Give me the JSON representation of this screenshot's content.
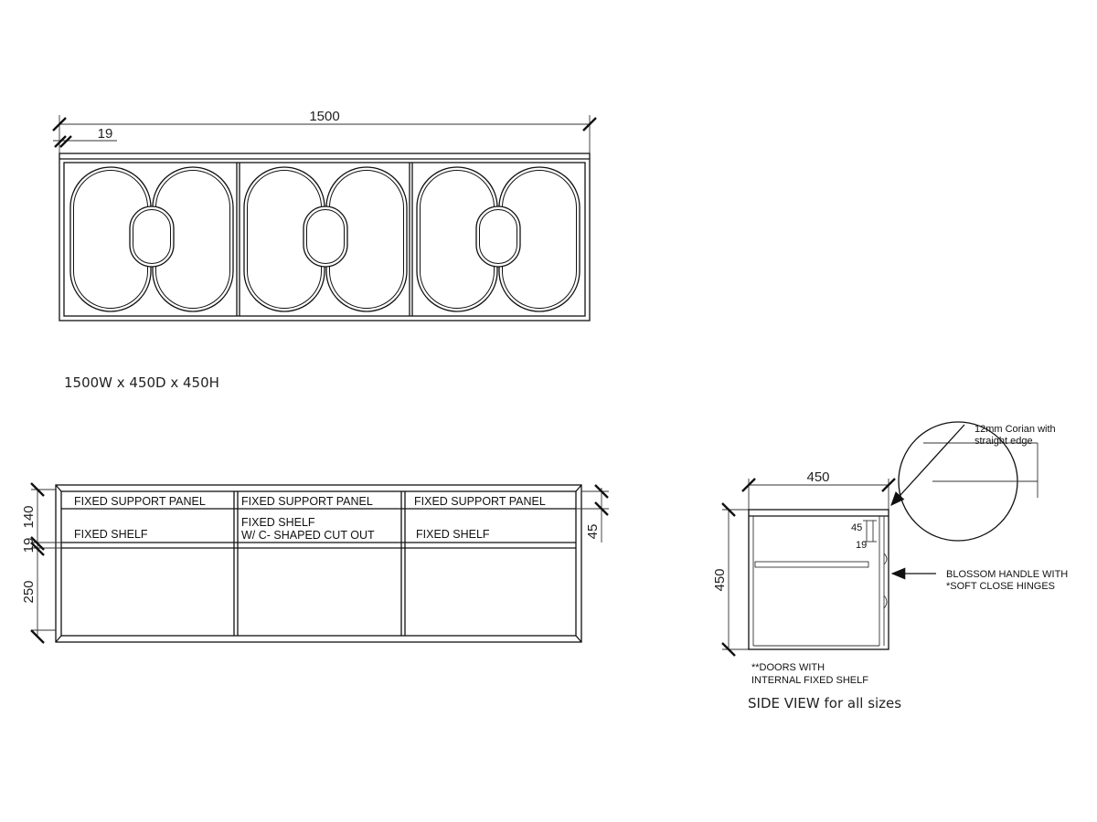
{
  "front_view": {
    "overall_width": "1500",
    "panel_thickness": "19"
  },
  "size_caption": "1500W x 450D x 450H",
  "internal_view": {
    "bays": [
      {
        "top": "FIXED SUPPORT PANEL",
        "shelf_line1": "FIXED SHELF",
        "shelf_line2": ""
      },
      {
        "top": "FIXED SUPPORT PANEL",
        "shelf_line1": "FIXED SHELF",
        "shelf_line2": "W/ C- SHAPED CUT OUT"
      },
      {
        "top": "FIXED SUPPORT PANEL",
        "shelf_line1": "FIXED SHELF",
        "shelf_line2": ""
      }
    ],
    "dims": {
      "upper": "140",
      "shelf": "19",
      "lower": "250",
      "right": "45"
    }
  },
  "side_view": {
    "depth": "450",
    "height": "450",
    "inner_top": "45",
    "inner_shelf": "19",
    "detail_note_line1": "12mm Corian with",
    "detail_note_line2": "straight edge",
    "handle_note_line1": "BLOSSOM HANDLE WITH",
    "handle_note_line2": "*SOFT CLOSE HINGES",
    "doors_note_line1": "**DOORS WITH",
    "doors_note_line2": "INTERNAL FIXED SHELF",
    "caption": "SIDE VIEW for all sizes"
  }
}
